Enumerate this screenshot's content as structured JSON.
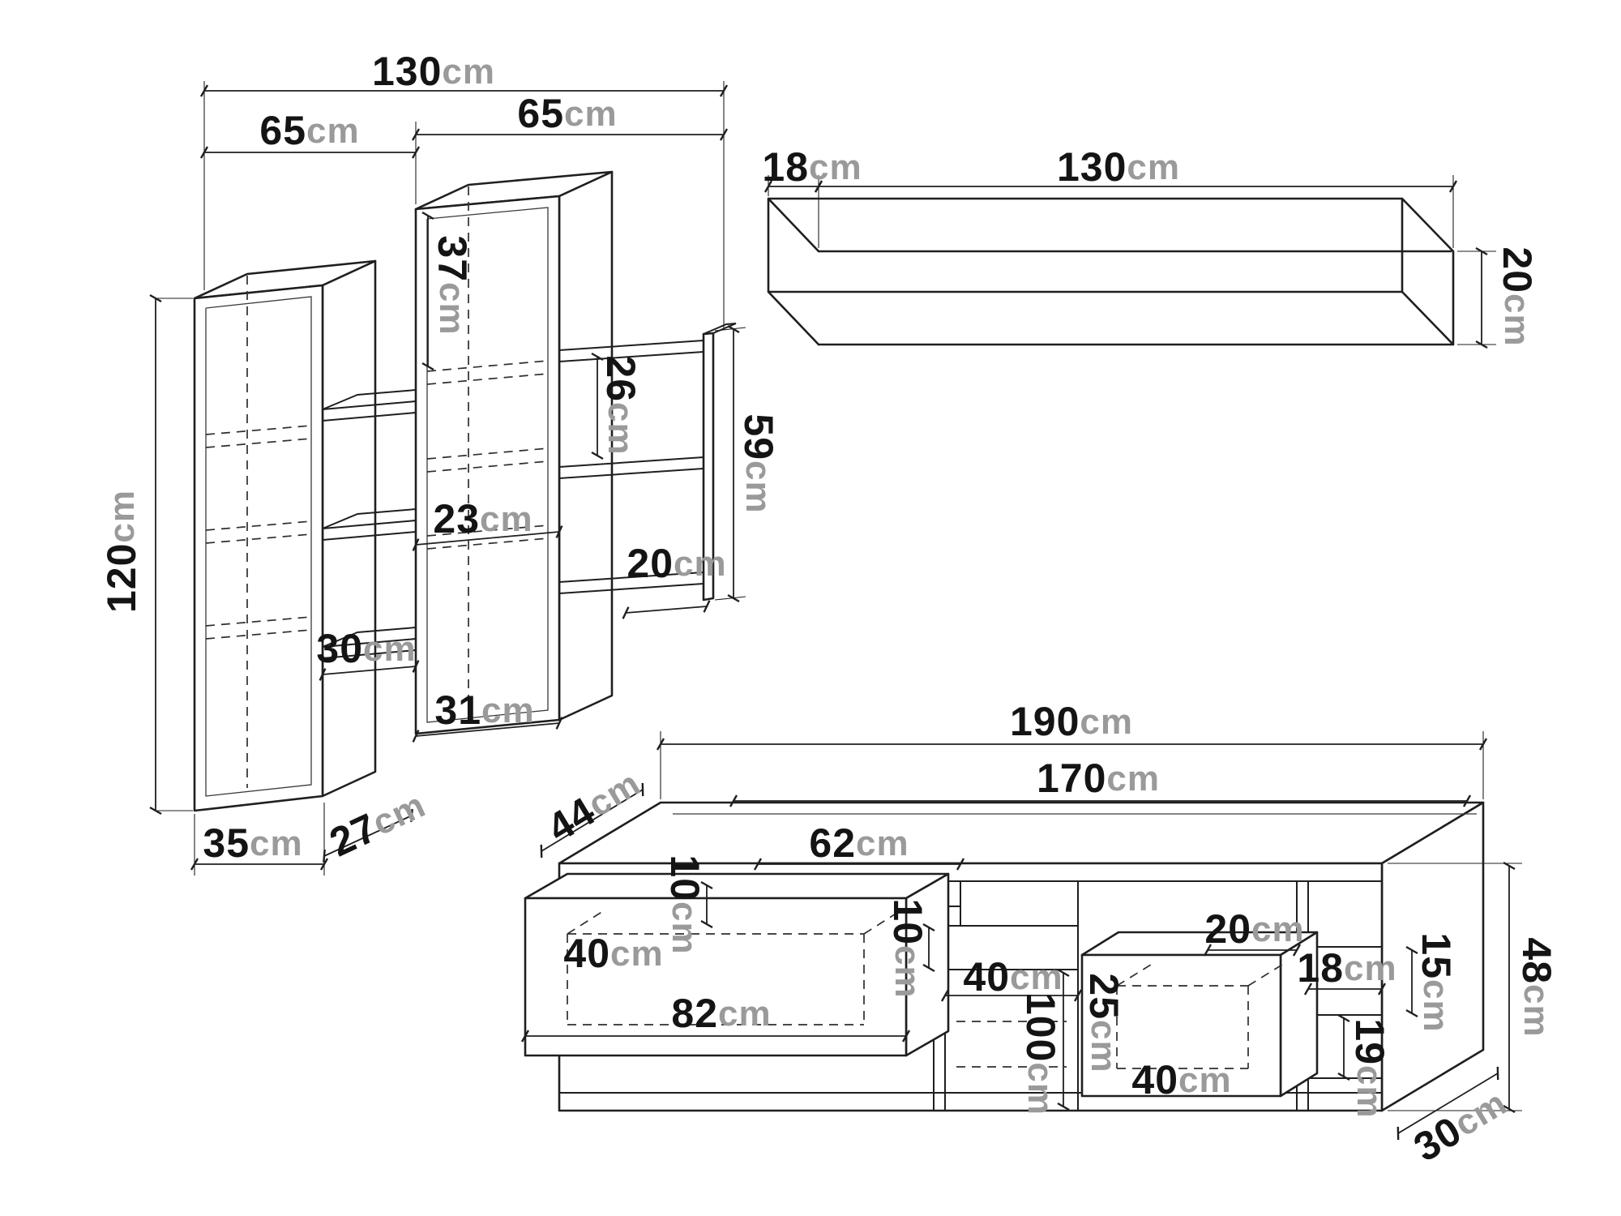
{
  "page": {
    "title": "Furniture set dimension diagram",
    "background": "#ffffff"
  },
  "colors": {
    "line": "#1f1f1f",
    "number": "#141414",
    "unit_text": "#9a9a9a"
  },
  "unit": "cm",
  "dimensions": {
    "shelving": {
      "total_width": {
        "value": "130",
        "unit": "cm"
      },
      "left_unit_width": {
        "value": "65",
        "unit": "cm"
      },
      "right_unit_width": {
        "value": "65",
        "unit": "cm"
      },
      "right_unit_top_section": {
        "value": "37",
        "unit": "cm"
      },
      "left_unit_height": {
        "value": "120",
        "unit": "cm"
      },
      "side_shelf_spacing": {
        "value": "26",
        "unit": "cm"
      },
      "side_panel_height": {
        "value": "59",
        "unit": "cm"
      },
      "side_shelf_width": {
        "value": "20",
        "unit": "cm"
      },
      "middle_shelf_width": {
        "value": "23",
        "unit": "cm"
      },
      "lower_shelf_width": {
        "value": "30",
        "unit": "cm"
      },
      "right_unit_bottom_width": {
        "value": "31",
        "unit": "cm"
      },
      "left_unit_bottom_width": {
        "value": "35",
        "unit": "cm"
      },
      "left_unit_depth": {
        "value": "27",
        "unit": "cm"
      }
    },
    "wall_shelf": {
      "depth": {
        "value": "18",
        "unit": "cm"
      },
      "length": {
        "value": "130",
        "unit": "cm"
      },
      "height": {
        "value": "20",
        "unit": "cm"
      }
    },
    "tv_stand": {
      "total_width": {
        "value": "190",
        "unit": "cm"
      },
      "top_width": {
        "value": "170",
        "unit": "cm"
      },
      "depth": {
        "value": "44",
        "unit": "cm"
      },
      "top_niche_height": {
        "value": "10",
        "unit": "cm"
      },
      "top_niche_width": {
        "value": "62",
        "unit": "cm"
      },
      "left_drawer_height": {
        "value": "40",
        "unit": "cm"
      },
      "left_drawer_width": {
        "value": "82",
        "unit": "cm"
      },
      "middle_gap_height": {
        "value": "10",
        "unit": "cm"
      },
      "middle_niche_width": {
        "value": "40",
        "unit": "cm"
      },
      "inner_depth": {
        "value": "100",
        "unit": "cm"
      },
      "right_drawer_height": {
        "value": "25",
        "unit": "cm"
      },
      "right_drawer_width": {
        "value": "40",
        "unit": "cm"
      },
      "right_niche_width": {
        "value": "20",
        "unit": "cm"
      },
      "right_inner_width": {
        "value": "18",
        "unit": "cm"
      },
      "right_upper_height": {
        "value": "15",
        "unit": "cm"
      },
      "right_lower_height": {
        "value": "19",
        "unit": "cm"
      },
      "total_height": {
        "value": "48",
        "unit": "cm"
      },
      "base_depth": {
        "value": "30",
        "unit": "cm"
      }
    }
  }
}
